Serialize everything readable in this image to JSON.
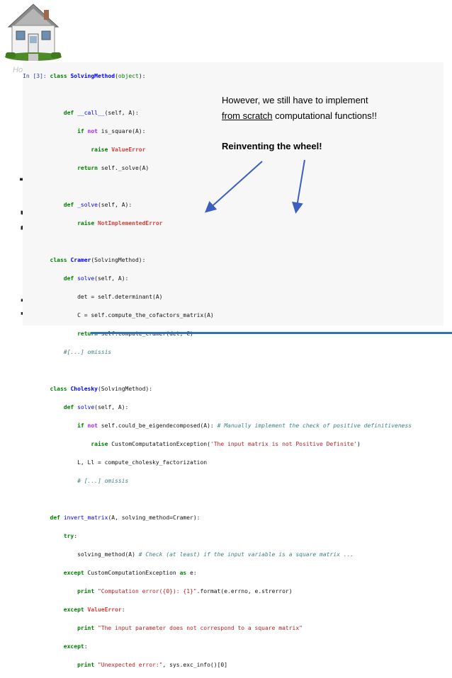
{
  "sidebar_title": "Home Made",
  "logo_icon": "house-icon",
  "prompt": "In [3]:",
  "notes": {
    "line1": "However, we still have to implement",
    "line2_underlined": "from scratch",
    "line2_rest": " computational functions!!",
    "line3": "Reinventing the wheel!"
  },
  "arrow_color": "#3b5fc0",
  "accent_color": "#2a71b8"
}
